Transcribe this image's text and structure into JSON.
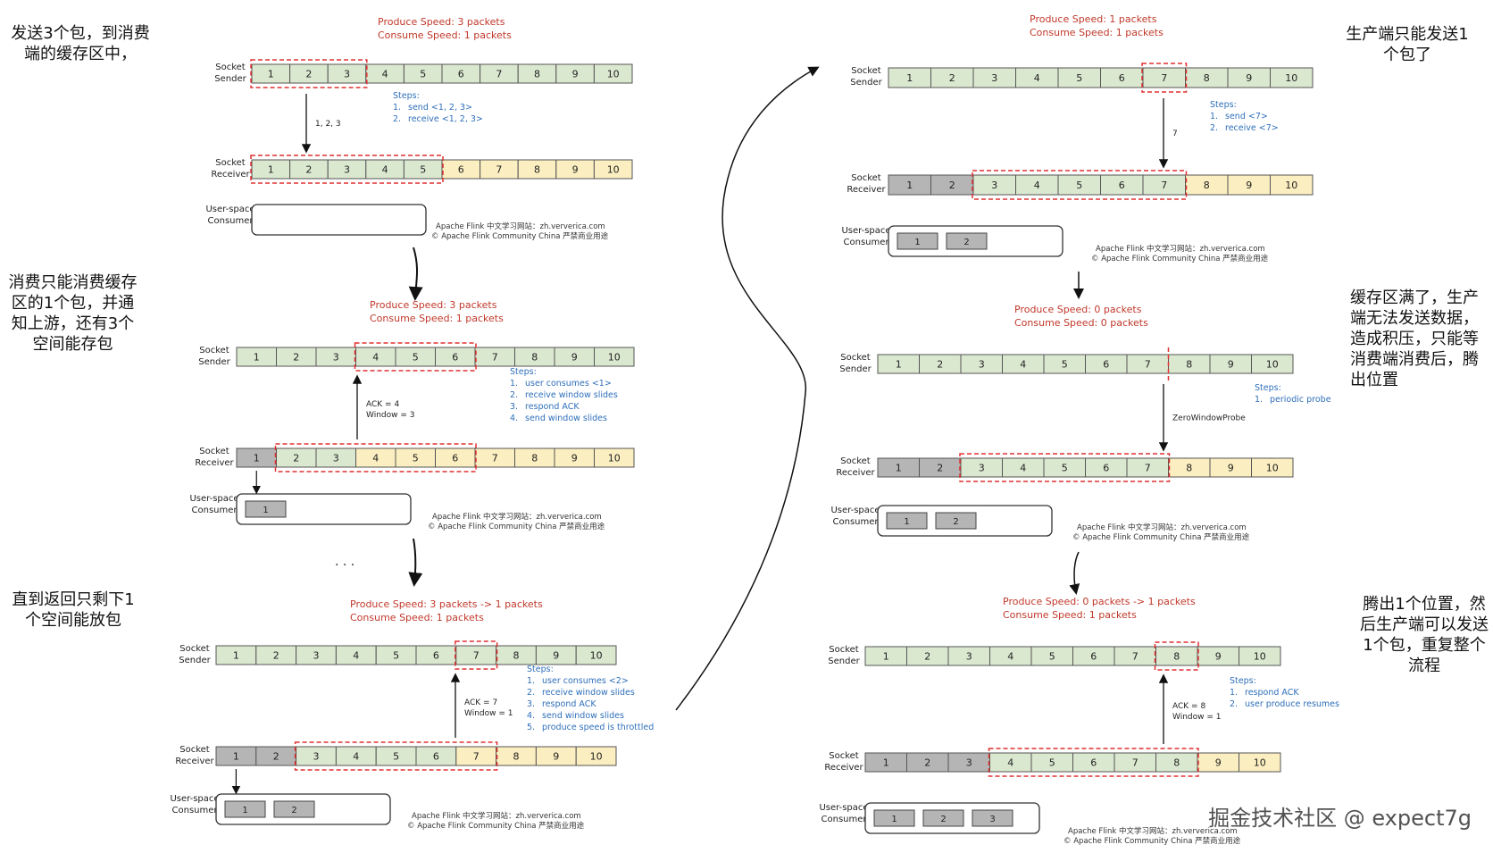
{
  "notes": {
    "n1": "发送3个包，到消费端的缓存区中，",
    "n2": "消费只能消费缓存区的1个包，并通知上游，还有3个空间能存包",
    "n3": "直到返回只剩下1个空间能放包",
    "n4": "生产端只能发送1个包了",
    "n5": "缓存区满了，生产端无法发送数据，造成积压，只能等消费端消费后，腾出位置",
    "n6": "腾出1个位置，然后生产端可以发送1个包，重复整个流程"
  },
  "labels": {
    "sender": [
      "Socket",
      "Sender"
    ],
    "receiver": [
      "Socket",
      "Receiver"
    ],
    "consumer": [
      "User-space",
      "Consumer"
    ],
    "produce_prefix": "Produce Speed:",
    "consume_prefix": "Consume Speed:",
    "steps_title": "Steps:",
    "footer_line1": "Apache Flink 中文学习网站：zh.ververica.com",
    "footer_line2": "© Apache Flink Community China  严禁商业用途",
    "ellipsis": "·  ·  ·"
  },
  "colors": {
    "green": "#dbe8d0",
    "yellow": "#fbeec0",
    "gray": "#b5b5b5",
    "red": "#c0392b",
    "blue": "#2e6fba",
    "dash": "#e03030"
  },
  "cells": [
    "1",
    "2",
    "3",
    "4",
    "5",
    "6",
    "7",
    "8",
    "9",
    "10"
  ],
  "panels": [
    {
      "produce": "3 packets",
      "consume": "1 packets",
      "sender_colors": "gggggggggg",
      "sender_dash": [
        1,
        3
      ],
      "arrow_label": "1, 2, 3",
      "arrow_dir": "down",
      "steps": [
        "send <1, 2, 3>",
        "receive <1, 2, 3>"
      ],
      "receiver_colors": "gggggyyyyy",
      "receiver_dash": [
        1,
        5
      ],
      "consumer_items": []
    },
    {
      "produce": "3 packets",
      "consume": "1 packets",
      "sender_colors": "gggggggggg",
      "sender_dash": [
        4,
        6
      ],
      "arrow_label": "ACK = 4|Window = 3",
      "arrow_dir": "up",
      "steps": [
        "user consumes <1>",
        "receive window slides",
        "respond ACK",
        "send window slides"
      ],
      "receiver_colors": "rggyyyyyyy",
      "receiver_dash": [
        2,
        6
      ],
      "consumer_items": [
        "1"
      ]
    },
    {
      "produce": "3 packets -> 1 packets",
      "consume": "1 packets",
      "sender_colors": "gggggggggg",
      "sender_dash": [
        7,
        7
      ],
      "arrow_label": "ACK = 7|Window = 1",
      "arrow_dir": "up",
      "steps": [
        "user consumes <2>",
        "receive window slides",
        "respond ACK",
        "send window slides",
        "produce speed is throttled"
      ],
      "receiver_colors": "rrggggyyyy",
      "receiver_dash": [
        3,
        7
      ],
      "consumer_items": [
        "1",
        "2"
      ]
    },
    {
      "produce": "1 packets",
      "consume": "1 packets",
      "sender_colors": "gggggggggg",
      "sender_dash": [
        7,
        7
      ],
      "arrow_label": "7",
      "arrow_dir": "down",
      "steps": [
        "send <7>",
        "receive <7>"
      ],
      "receiver_colors": "rrgggggyyy",
      "receiver_dash": [
        3,
        7
      ],
      "consumer_items": [
        "1",
        "2"
      ]
    },
    {
      "produce": "0 packets",
      "consume": "0 packets",
      "sender_colors": "gggggggggg",
      "sender_dash": null,
      "sender_split": 7,
      "arrow_label": "ZeroWindowProbe",
      "arrow_dir": "down",
      "steps": [
        "periodic probe"
      ],
      "receiver_colors": "rrgggggyyy",
      "receiver_dash": [
        3,
        7
      ],
      "consumer_items": [
        "1",
        "2"
      ]
    },
    {
      "produce": "0 packets -> 1 packets",
      "consume": "1 packets",
      "sender_colors": "gggggggggg",
      "sender_dash": [
        8,
        8
      ],
      "arrow_label": "ACK = 8|Window = 1",
      "arrow_dir": "up",
      "steps": [
        "respond ACK",
        "user produce resumes"
      ],
      "receiver_colors": "rrrgggggyy",
      "receiver_dash": [
        4,
        8
      ],
      "consumer_items": [
        "1",
        "2",
        "3"
      ]
    }
  ],
  "watermark": "掘金技术社区 @ expect7g"
}
